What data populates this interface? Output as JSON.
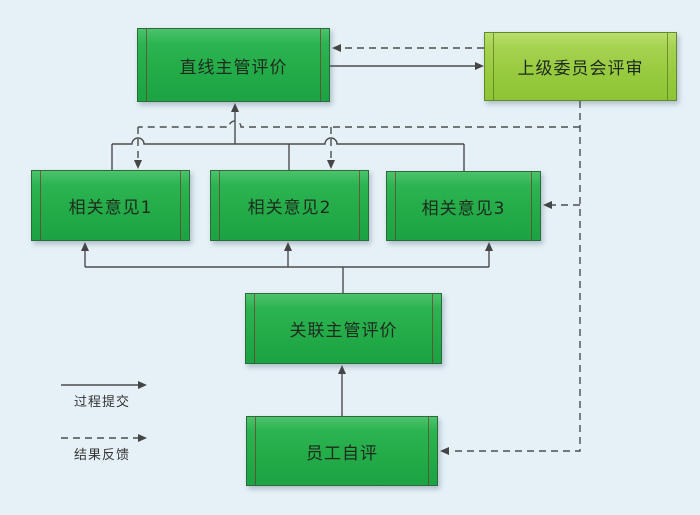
{
  "diagram": {
    "title": "employee-evaluation-flowchart",
    "nodes": {
      "direct_supervisor": {
        "label": "直线主管评价"
      },
      "committee": {
        "label": "上级委员会评审"
      },
      "opinion1": {
        "label": "相关意见1"
      },
      "opinion2": {
        "label": "相关意见2"
      },
      "opinion3": {
        "label": "相关意见3"
      },
      "associated_supervisor": {
        "label": "关联主管评价"
      },
      "self_evaluation": {
        "label": "员工自评"
      }
    },
    "legend": {
      "solid_label": "过程提交",
      "dashed_label": "结果反馈"
    },
    "edges": [
      {
        "from": "self_evaluation",
        "to": "associated_supervisor",
        "type": "process"
      },
      {
        "from": "associated_supervisor",
        "to": "opinion1",
        "type": "process"
      },
      {
        "from": "associated_supervisor",
        "to": "opinion2",
        "type": "process"
      },
      {
        "from": "associated_supervisor",
        "to": "opinion3",
        "type": "process"
      },
      {
        "from": "opinion1",
        "to": "direct_supervisor",
        "type": "process"
      },
      {
        "from": "opinion2",
        "to": "direct_supervisor",
        "type": "process"
      },
      {
        "from": "opinion3",
        "to": "direct_supervisor",
        "type": "process"
      },
      {
        "from": "direct_supervisor",
        "to": "committee",
        "type": "process"
      },
      {
        "from": "committee",
        "to": "direct_supervisor",
        "type": "feedback"
      },
      {
        "from": "committee",
        "to": "opinion1",
        "type": "feedback"
      },
      {
        "from": "committee",
        "to": "opinion2",
        "type": "feedback"
      },
      {
        "from": "committee",
        "to": "opinion3",
        "type": "feedback"
      },
      {
        "from": "committee",
        "to": "self_evaluation",
        "type": "feedback"
      }
    ],
    "colors": {
      "background": "#e6f1f7",
      "node_green_top": "#4cc36c",
      "node_green_bottom": "#1ba344",
      "node_border": "#2b6b3a",
      "committee_green_top": "#bade6c",
      "committee_green_bottom": "#8ec436",
      "committee_border": "#5f8b28",
      "inner_bar_line": "#7d2d2d",
      "connector_line": "#4d4d4d",
      "text": "#1e2a1e"
    }
  }
}
